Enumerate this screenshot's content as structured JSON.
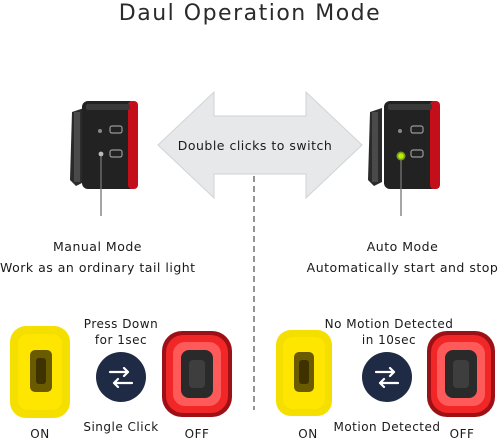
{
  "title": "Daul Operation Mode",
  "arrow_text": "Double clicks to switch",
  "left_mode": {
    "name": "Manual Mode",
    "description": "Work as an ordinary tail light"
  },
  "right_mode": {
    "name": "Auto Mode",
    "description": "Automatically start and stop"
  },
  "left_switch": {
    "top_text": "Press Down\nfor 1sec",
    "bottom_text": "Single Click",
    "on_label": "ON",
    "off_label": "OFF"
  },
  "right_switch": {
    "top_text": "No Motion Detected\nin 10sec",
    "bottom_text": "Motion Detected",
    "on_label": "ON",
    "off_label": "OFF"
  },
  "colors": {
    "yellow_light": "#ffe100",
    "red_light": "#e6191f",
    "switch_circle": "#1f2a44",
    "arrow_fill": "#e6e8ea",
    "device_red": "#c40f1a"
  }
}
